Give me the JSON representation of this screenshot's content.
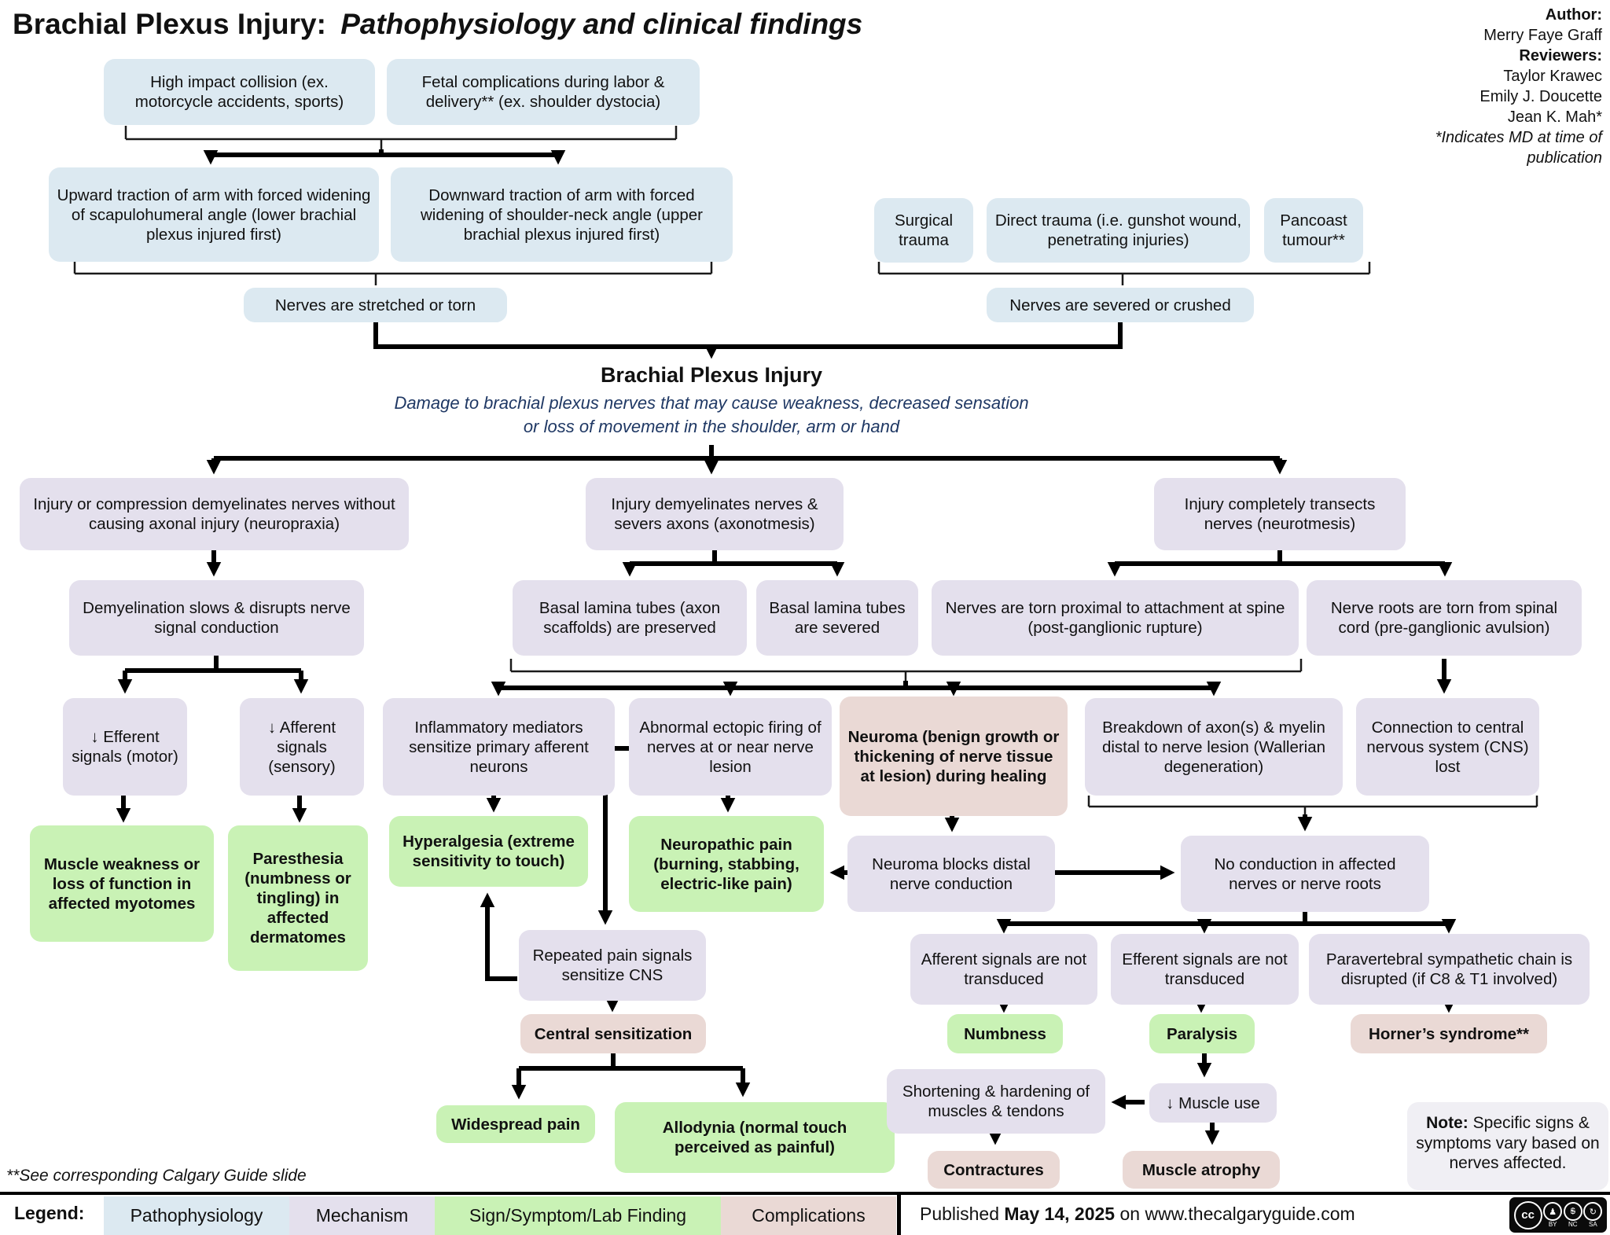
{
  "title": {
    "main": "Brachial Plexus Injury:",
    "sub": "Pathophysiology and clinical findings"
  },
  "credits": {
    "author_label": "Author:",
    "author": "Merry Faye Graff",
    "reviewers_label": "Reviewers:",
    "reviewers": [
      "Taylor Krawec",
      "Emily J. Doucette",
      "Jean K. Mah*"
    ],
    "md_note": "*Indicates MD at time of publication"
  },
  "center": {
    "heading": "Brachial Plexus Injury",
    "subheading": "Damage to brachial plexus nerves that may cause weakness, decreased sensation or loss of movement in the shoulder, arm or hand"
  },
  "nodes": {
    "high_impact": "High impact collision (ex. motorcycle accidents, sports)",
    "fetal": "Fetal complications during labor & delivery** (ex. shoulder dystocia)",
    "upward": "Upward traction of arm with forced widening of scapulohumeral angle (lower brachial plexus injured first)",
    "downward": "Downward traction of arm with forced widening of shoulder-neck angle (upper brachial plexus injured first)",
    "surgical": "Surgical trauma",
    "direct": "Direct trauma (i.e. gunshot wound, penetrating injuries)",
    "pancoast": "Pancoast tumour**",
    "stretched": "Nerves are stretched or torn",
    "severed": "Nerves are severed or crushed",
    "neuropraxia": "Injury or compression demyelinates nerves without causing axonal injury (neuropraxia)",
    "axonotmesis": "Injury demyelinates nerves & severs axons (axonotmesis)",
    "neurotmesis": "Injury completely transects nerves (neurotmesis)",
    "demyelination": "Demyelination slows & disrupts nerve signal conduction",
    "basal_preserved": "Basal lamina tubes (axon scaffolds) are preserved",
    "basal_severed": "Basal lamina tubes are severed",
    "torn_proximal": "Nerves are torn proximal to attachment at spine (post-ganglionic rupture)",
    "roots_torn": "Nerve roots are torn from spinal cord (pre-ganglionic avulsion)",
    "efferent": "↓ Efferent signals (motor)",
    "afferent": "↓ Afferent signals (sensory)",
    "inflammatory": "Inflammatory mediators sensitize primary afferent neurons",
    "ectopic": "Abnormal ectopic firing of nerves at or near nerve lesion",
    "neuroma": "Neuroma (benign growth or thickening of nerve tissue at lesion) during healing",
    "breakdown": "Breakdown of axon(s) & myelin distal to nerve lesion (Wallerian degeneration)",
    "cns_lost": "Connection to central nervous system (CNS) lost",
    "muscle_weakness": "Muscle weakness or loss of function in affected myotomes",
    "paresthesia": "Paresthesia (numbness or tingling) in affected dermatomes",
    "hyperalgesia": "Hyperalgesia (extreme sensitivity to touch)",
    "neuropathic": "Neuropathic pain (burning, stabbing, electric-like pain)",
    "neuroma_blocks": "Neuroma blocks distal nerve conduction",
    "no_conduction": "No conduction in affected nerves or nerve roots",
    "repeated_pain": "Repeated pain signals sensitize CNS",
    "afferent_nt": "Afferent signals are not transduced",
    "efferent_nt": "Efferent signals are not transduced",
    "paravertebral": "Paravertebral sympathetic chain is disrupted (if C8 & T1 involved)",
    "central_sens": "Central sensitization",
    "numbness": "Numbness",
    "paralysis": "Paralysis",
    "horners": "Horner’s syndrome**",
    "widespread": "Widespread pain",
    "allodynia": "Allodynia (normal touch perceived as painful)",
    "shortening": "Shortening & hardening of muscles & tendons",
    "muscle_use": "↓ Muscle use",
    "contractures": "Contractures",
    "muscle_atrophy": "Muscle atrophy"
  },
  "note": {
    "label": "Note:",
    "text": " Specific signs & symptoms vary based on nerves affected."
  },
  "footnote": "**See corresponding Calgary Guide slide",
  "legend": {
    "label": "Legend:",
    "items": [
      {
        "label": "Pathophysiology",
        "color": "#dce9f1"
      },
      {
        "label": "Mechanism",
        "color": "#e4e0ed"
      },
      {
        "label": "Sign/Symptom/Lab Finding",
        "color": "#c9f2b5"
      },
      {
        "label": "Complications",
        "color": "#ead9d5"
      }
    ]
  },
  "footer": {
    "published_prefix": "Published ",
    "published_date": "May 14, 2025",
    "published_suffix": " on www.thecalgaryguide.com"
  },
  "license": {
    "cc": "cc",
    "icons": [
      "♟",
      "$",
      "↻"
    ],
    "labels": [
      "BY",
      "NC",
      "SA"
    ]
  },
  "colors": {
    "pathophysiology": "#dce9f1",
    "mechanism": "#e4e0ed",
    "sign_symptom": "#c9f2b5",
    "complications": "#ead9d5",
    "subtitle_text": "#1f3864",
    "note_bg": "#f0eff4"
  }
}
